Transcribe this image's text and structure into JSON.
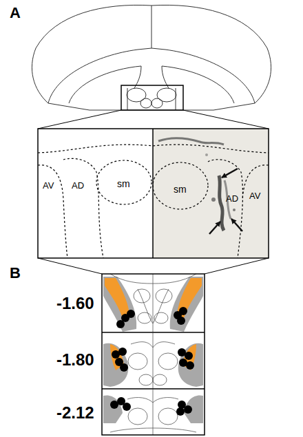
{
  "diagram": {
    "labels": [
      "A",
      "AV",
      "AD",
      "sm",
      "sm",
      "AD",
      "AV",
      "B",
      "-1.60",
      "-1.80",
      "-2.12"
    ]
  }
}
